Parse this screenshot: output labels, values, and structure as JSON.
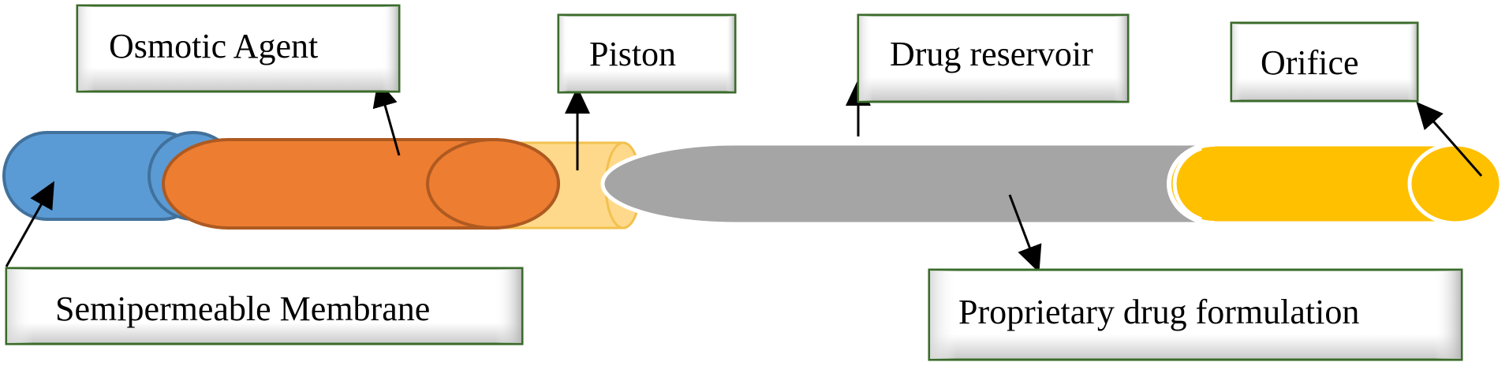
{
  "labels": {
    "osmotic_agent": "Osmotic Agent",
    "piston": "Piston",
    "drug_reservoir": "Drug reservoir",
    "orifice": "Orifice",
    "semipermeable_membrane": "Semipermeable Membrane",
    "proprietary_drug_formulation": "Proprietary drug formulation"
  },
  "colors": {
    "membrane": "#5b9bd5",
    "membrane_stroke": "#41719c",
    "osmotic_agent": "#ed7d31",
    "osmotic_agent_stroke": "#ae5a21",
    "piston": "#ffd98b",
    "piston_stroke": "#f2c14e",
    "reservoir": "#a5a5a5",
    "formulation": "#ffc000",
    "label_border": "#3a6b2a",
    "arrow": "#000000"
  }
}
